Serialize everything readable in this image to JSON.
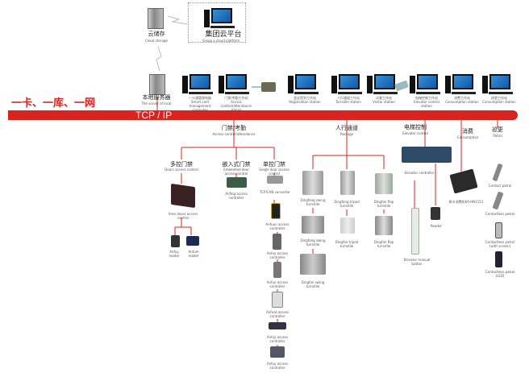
{
  "top": {
    "cloud_storage": {
      "cn": "云储存",
      "en": "Cloud storage"
    },
    "cloud_platform": {
      "cn": "集团云平台",
      "en": "Group a cloud platform"
    },
    "local_server": {
      "cn": "本地服务器",
      "en": "The server of local"
    },
    "slogan": "一卡、一库、一网",
    "bus": "TCP / IP"
  },
  "stations": [
    {
      "cn": "一卡通管理电脑",
      "en": "Smart card management computer"
    },
    {
      "cn": "门禁/考勤工作站",
      "en": "Access control/attendance station"
    },
    {
      "cn": "会议签到工作站",
      "en": "Registration station"
    },
    {
      "cn": "人行通道工作站",
      "en": "Turnstile station"
    },
    {
      "cn": "访客工作站",
      "en": "Visitor station"
    },
    {
      "cn": "电梯控制工作站",
      "en": "Elevator control station"
    },
    {
      "cn": "消费工作站",
      "en": "Consumption station"
    },
    {
      "cn": "巡更工作站",
      "en": "Consumption station"
    }
  ],
  "branches": {
    "access": {
      "cn": "门禁/考勤",
      "en": "Access control/attendance"
    },
    "passage": {
      "cn": "人行通道",
      "en": "Passage"
    },
    "elevator": {
      "cn": "电梯控制",
      "en": "Elevator control"
    },
    "consumption": {
      "cn": "消费",
      "en": "Consumption"
    },
    "patrol": {
      "cn": "巡更",
      "en": "Patrol"
    }
  },
  "access_sub": {
    "multi": {
      "cn": "多控门禁",
      "en": "Doors access control"
    },
    "embedded": {
      "cn": "嵌入式门禁",
      "en": "Embedded door access control"
    },
    "single": {
      "cn": "单控门禁",
      "en": "Single door access control"
    }
  },
  "devices": {
    "multi_ctrl": "Area doors access control",
    "reader1": "Anfuy reader",
    "reader2": "Anfum reader",
    "embedded_ctrl": "Anfing access controller",
    "tcp_conv": "TCP/CAN converter",
    "single": [
      "Anfuun access controller",
      "Anfuy access controller",
      "Anfuo access controller",
      "Anfuat access controller",
      "Anfuy access controller",
      "Anfuy access controller"
    ],
    "turnstiles": [
      "Dingfang swing turnstile",
      "Dingfang tripod turnstile",
      "Dingfan flap turnstile",
      "Dingfang swing turnstile",
      "Dingfan tripod turnstile",
      "Dingfan flap turnstile",
      "Dingfan swing turnstile"
    ],
    "elevator_ctrl": "Elevator controller",
    "elevator_panel": "Elevator manual button",
    "elevator_reader": "Reader",
    "consumer": "刷卡消费机KA-HN1151",
    "patrol": [
      "Contact patrol",
      "Contactless patrol",
      "Contactless patrol (with screen)",
      "Contactless patrol (LED)"
    ]
  },
  "colors": {
    "accent": "#d8231e"
  }
}
